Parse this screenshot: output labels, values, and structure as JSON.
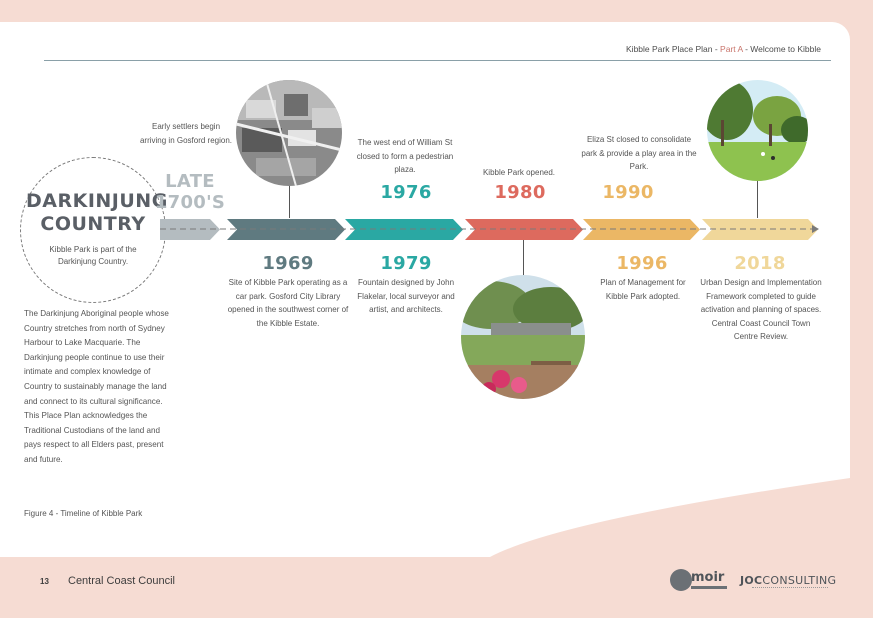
{
  "header": {
    "title_main": "Kibble Park Place Plan - ",
    "title_part": "Part A",
    "title_end": " - Welcome to Kibble"
  },
  "country": {
    "title_line1": "DARKINJUNG",
    "title_line2": "COUNTRY",
    "subtitle": "Kibble Park is part of the Darkinjung Country."
  },
  "intro": "The Darkinjung Aboriginal people whose Country stretches from north of Sydney Harbour to Lake Macquarie. The Darkinjung people continue to use their intimate and complex knowledge of Country to sustainably manage the land and connect to its cultural significance. This Place Plan acknowledges the Traditional Custodians of the land and pays respect to all Elders past, present and future.",
  "timeline": {
    "above": [
      {
        "year_line1": "LATE",
        "year_line2": "1700'S",
        "note": "Early settlers begin arriving in Gosford region.",
        "color": "#b4bcc0"
      },
      {
        "year": "1976",
        "note": "The west end of William St closed to form a pedestrian plaza.",
        "color": "#2aa8a3"
      },
      {
        "year": "1980",
        "note": "Kibble Park opened.",
        "color": "#dd6a5e"
      },
      {
        "year": "1990",
        "note": "Eliza St closed to consolidate park & provide a play area in the Park.",
        "color": "#ebb765"
      }
    ],
    "below": [
      {
        "year": "1969",
        "note": "Site of Kibble Park operating as a car park. Gosford City Library opened in the southwest corner of the Kibble Estate.",
        "color": "#5f7a80"
      },
      {
        "year": "1979",
        "note": "Fountain designed by John Flakelar, local surveyor and artist, and architects.",
        "color": "#2aa8a3"
      },
      {
        "year": "1996",
        "note": "Plan of Management for Kibble Park adopted.",
        "color": "#ebb765"
      },
      {
        "year": "2018",
        "note": "Urban Design and Implementation Framework completed to guide activation and planning of spaces. Central Coast Council Town Centre Review.",
        "color": "#f0d79a"
      }
    ],
    "segment_colors": [
      "#b4bcc0",
      "#5f7a80",
      "#2aa8a3",
      "#2aa8a3",
      "#dd6a5e",
      "#ebb765",
      "#f0d79a"
    ]
  },
  "caption": "Figure 4 - Timeline of Kibble Park",
  "footer": {
    "page_number": "13",
    "organisation": "Central Coast Council",
    "logo_moir": "moir",
    "logo_joc_bold": "JOC",
    "logo_joc_rest": "CONSULTING"
  }
}
